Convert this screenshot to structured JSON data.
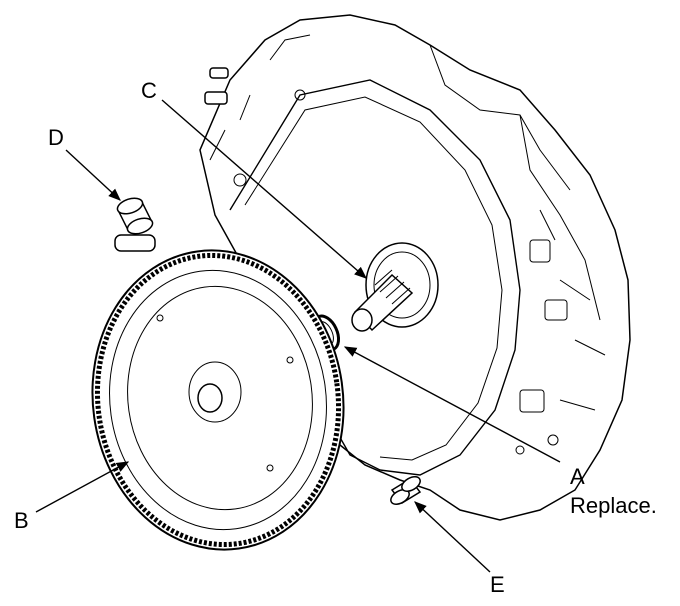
{
  "callouts": {
    "a": "A",
    "a_note": "Replace.",
    "b": "B",
    "c": "C",
    "d": "D",
    "e": "E"
  }
}
